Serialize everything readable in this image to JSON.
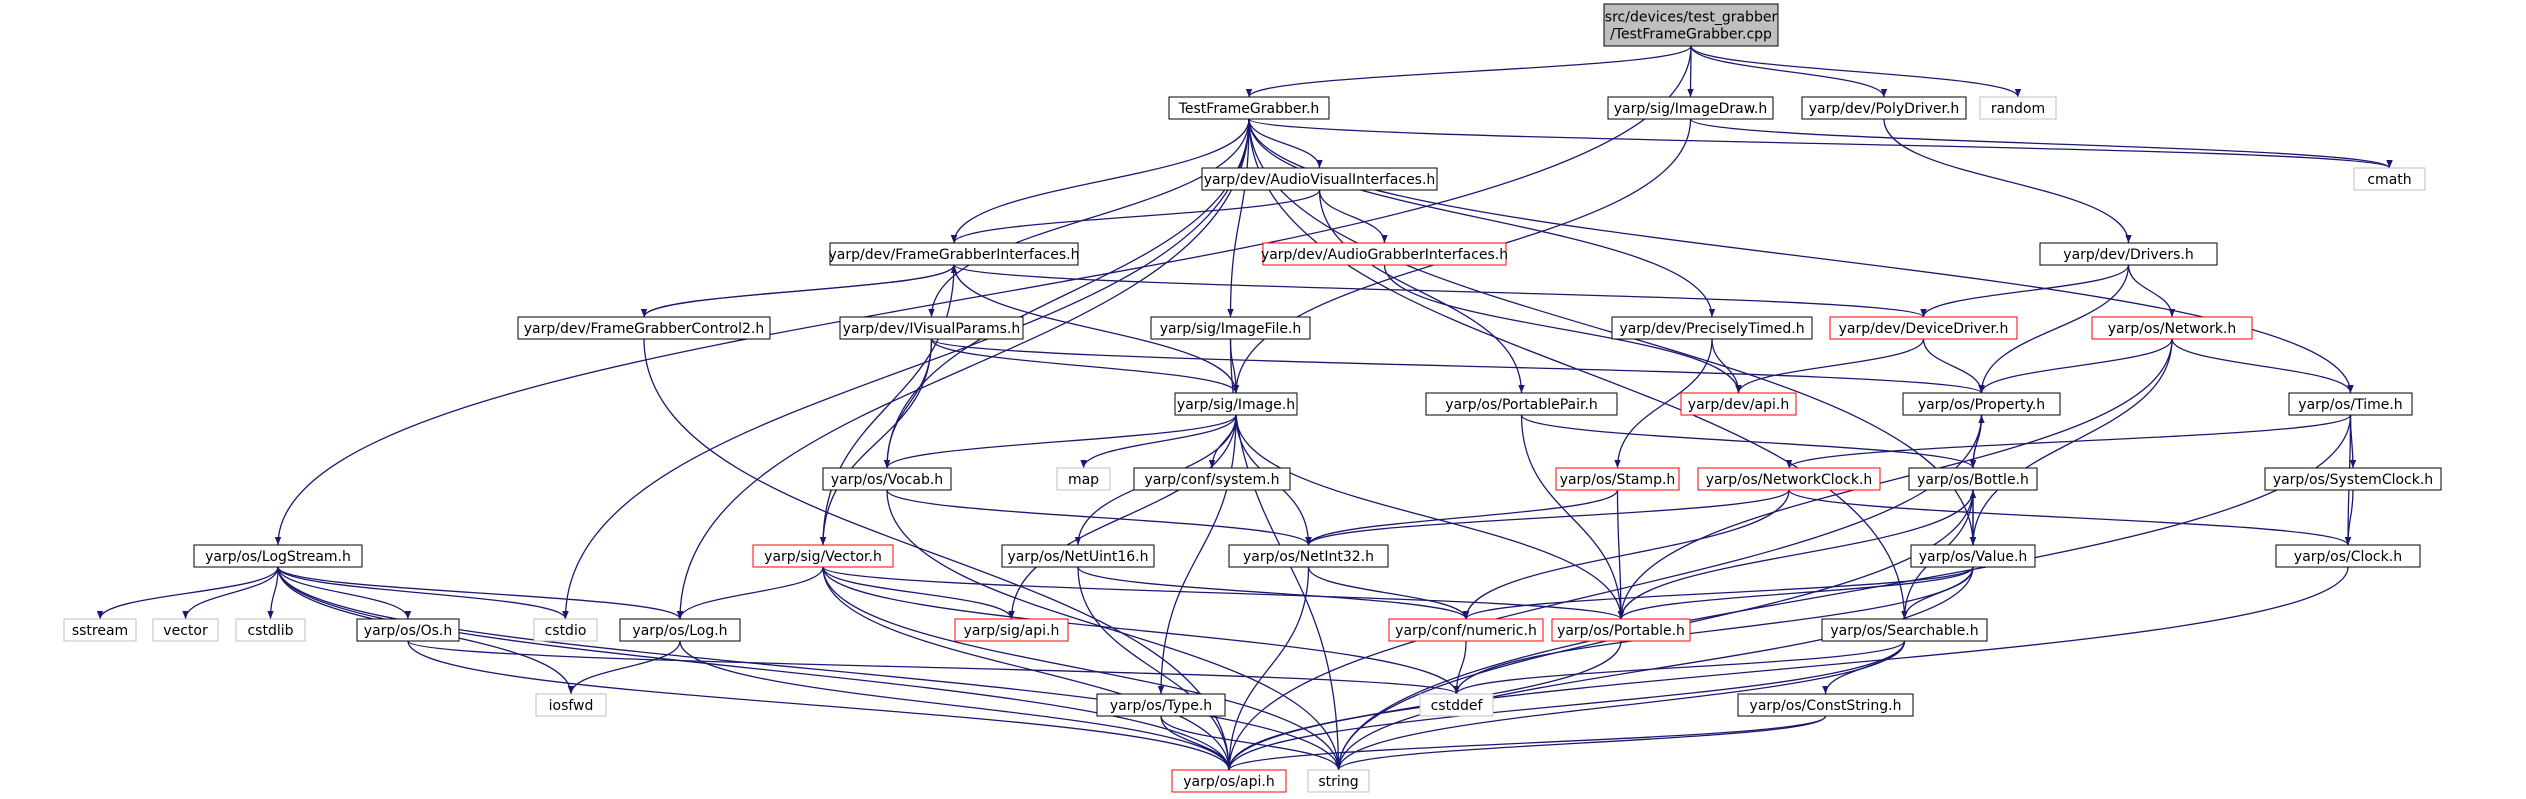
{
  "diagram": {
    "type": "include-dependency-graph",
    "colors": {
      "edge": "#191970",
      "root_fill": "#bfbfbf",
      "missing_border": "#ff0000",
      "external_border": "#bfbfbf"
    },
    "nodes": [
      {
        "id": "root",
        "lines": [
          "src/devices/test_grabber",
          "/TestFrameGrabber.cpp"
        ],
        "style": "root"
      },
      {
        "id": "tfg",
        "lines": [
          "TestFrameGrabber.h"
        ],
        "style": "normal"
      },
      {
        "id": "imgdraw",
        "lines": [
          "yarp/sig/ImageDraw.h"
        ],
        "style": "normal"
      },
      {
        "id": "polydriver",
        "lines": [
          "yarp/dev/PolyDriver.h"
        ],
        "style": "normal"
      },
      {
        "id": "random",
        "lines": [
          "random"
        ],
        "style": "gray"
      },
      {
        "id": "cmath",
        "lines": [
          "cmath"
        ],
        "style": "gray"
      },
      {
        "id": "avi",
        "lines": [
          "yarp/dev/AudioVisualInterfaces.h"
        ],
        "style": "normal"
      },
      {
        "id": "agi",
        "lines": [
          "yarp/dev/AudioGrabberInterfaces.h"
        ],
        "style": "red"
      },
      {
        "id": "fgi",
        "lines": [
          "yarp/dev/FrameGrabberInterfaces.h"
        ],
        "style": "normal"
      },
      {
        "id": "drivers",
        "lines": [
          "yarp/dev/Drivers.h"
        ],
        "style": "normal"
      },
      {
        "id": "fgc2",
        "lines": [
          "yarp/dev/FrameGrabberControl2.h"
        ],
        "style": "normal"
      },
      {
        "id": "ivp",
        "lines": [
          "yarp/dev/IVisualParams.h"
        ],
        "style": "normal"
      },
      {
        "id": "imgfile",
        "lines": [
          "yarp/sig/ImageFile.h"
        ],
        "style": "normal"
      },
      {
        "id": "ptimed",
        "lines": [
          "yarp/dev/PreciselyTimed.h"
        ],
        "style": "normal"
      },
      {
        "id": "devdriver",
        "lines": [
          "yarp/dev/DeviceDriver.h"
        ],
        "style": "red"
      },
      {
        "id": "network",
        "lines": [
          "yarp/os/Network.h"
        ],
        "style": "red"
      },
      {
        "id": "image",
        "lines": [
          "yarp/sig/Image.h"
        ],
        "style": "normal"
      },
      {
        "id": "portpair",
        "lines": [
          "yarp/os/PortablePair.h"
        ],
        "style": "normal"
      },
      {
        "id": "devapi",
        "lines": [
          "yarp/dev/api.h"
        ],
        "style": "red"
      },
      {
        "id": "property",
        "lines": [
          "yarp/os/Property.h"
        ],
        "style": "normal"
      },
      {
        "id": "time",
        "lines": [
          "yarp/os/Time.h"
        ],
        "style": "normal"
      },
      {
        "id": "map",
        "lines": [
          "map"
        ],
        "style": "gray"
      },
      {
        "id": "confsystem",
        "lines": [
          "yarp/conf/system.h"
        ],
        "style": "normal"
      },
      {
        "id": "vocab",
        "lines": [
          "yarp/os/Vocab.h"
        ],
        "style": "normal"
      },
      {
        "id": "stamp",
        "lines": [
          "yarp/os/Stamp.h"
        ],
        "style": "red"
      },
      {
        "id": "netclock",
        "lines": [
          "yarp/os/NetworkClock.h"
        ],
        "style": "red"
      },
      {
        "id": "bottle",
        "lines": [
          "yarp/os/Bottle.h"
        ],
        "style": "normal"
      },
      {
        "id": "sysclock",
        "lines": [
          "yarp/os/SystemClock.h"
        ],
        "style": "normal"
      },
      {
        "id": "logstream",
        "lines": [
          "yarp/os/LogStream.h"
        ],
        "style": "normal"
      },
      {
        "id": "vector",
        "lines": [
          "yarp/sig/Vector.h"
        ],
        "style": "red"
      },
      {
        "id": "netuint16",
        "lines": [
          "yarp/os/NetUint16.h"
        ],
        "style": "normal"
      },
      {
        "id": "netint32",
        "lines": [
          "yarp/os/NetInt32.h"
        ],
        "style": "normal"
      },
      {
        "id": "value",
        "lines": [
          "yarp/os/Value.h"
        ],
        "style": "normal"
      },
      {
        "id": "clock",
        "lines": [
          "yarp/os/Clock.h"
        ],
        "style": "normal"
      },
      {
        "id": "sstream",
        "lines": [
          "sstream"
        ],
        "style": "gray"
      },
      {
        "id": "vectorstd",
        "lines": [
          "vector"
        ],
        "style": "gray"
      },
      {
        "id": "cstdlib",
        "lines": [
          "cstdlib"
        ],
        "style": "gray"
      },
      {
        "id": "os",
        "lines": [
          "yarp/os/Os.h"
        ],
        "style": "normal"
      },
      {
        "id": "cstdio",
        "lines": [
          "cstdio"
        ],
        "style": "gray"
      },
      {
        "id": "log",
        "lines": [
          "yarp/os/Log.h"
        ],
        "style": "normal"
      },
      {
        "id": "sigapi",
        "lines": [
          "yarp/sig/api.h"
        ],
        "style": "red"
      },
      {
        "id": "numeric",
        "lines": [
          "yarp/conf/numeric.h"
        ],
        "style": "red"
      },
      {
        "id": "portable",
        "lines": [
          "yarp/os/Portable.h"
        ],
        "style": "red"
      },
      {
        "id": "searchable",
        "lines": [
          "yarp/os/Searchable.h"
        ],
        "style": "normal"
      },
      {
        "id": "iosfwd",
        "lines": [
          "iosfwd"
        ],
        "style": "gray"
      },
      {
        "id": "cstddef",
        "lines": [
          "cstddef"
        ],
        "style": "gray"
      },
      {
        "id": "type",
        "lines": [
          "yarp/os/Type.h"
        ],
        "style": "normal"
      },
      {
        "id": "conststring",
        "lines": [
          "yarp/os/ConstString.h"
        ],
        "style": "normal"
      },
      {
        "id": "osapi",
        "lines": [
          "yarp/os/api.h"
        ],
        "style": "red"
      },
      {
        "id": "string",
        "lines": [
          "string"
        ],
        "style": "gray"
      }
    ]
  }
}
